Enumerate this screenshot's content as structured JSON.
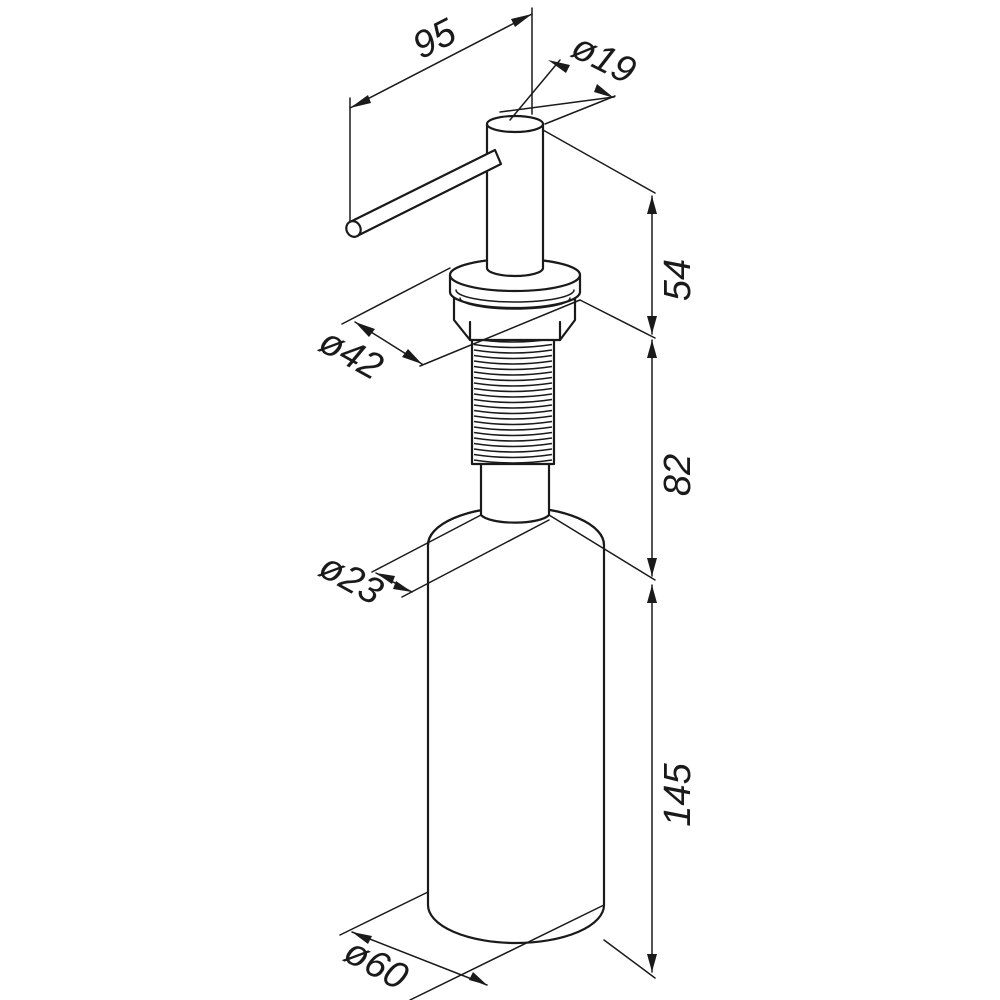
{
  "diagram": {
    "dimensions": {
      "spout_reach": "95",
      "head_diameter": "ø19",
      "head_height": "54",
      "flange_diameter": "ø42",
      "shank_length": "82",
      "neck_diameter": "ø23",
      "bottle_height": "145",
      "bottle_diameter": "ø60"
    },
    "colors": {
      "line": "#1a1a1a",
      "background": "#ffffff"
    }
  }
}
